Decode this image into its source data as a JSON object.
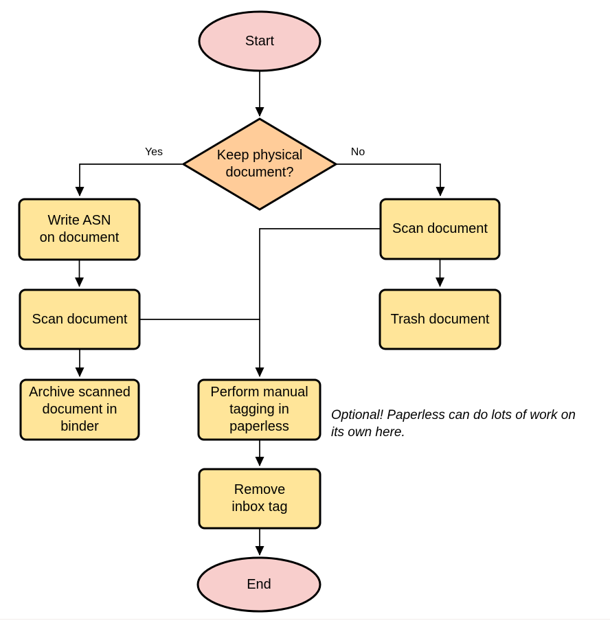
{
  "colors": {
    "background": "#ffffff",
    "terminal_fill": "#f8cecc",
    "decision_fill": "#ffcc99",
    "process_fill": "#ffe599",
    "stroke": "#000000",
    "text": "#000000",
    "page_edge": "#f2eceb"
  },
  "nodes": {
    "start": {
      "type": "terminal",
      "label": "Start"
    },
    "decision": {
      "type": "decision",
      "label": "Keep physical\ndocument?"
    },
    "write_asn": {
      "type": "process",
      "label": "Write ASN\non document"
    },
    "scan_left": {
      "type": "process",
      "label": "Scan document"
    },
    "archive": {
      "type": "process",
      "label": "Archive scanned\ndocument in\nbinder"
    },
    "scan_right": {
      "type": "process",
      "label": "Scan document"
    },
    "trash": {
      "type": "process",
      "label": "Trash document"
    },
    "tagging": {
      "type": "process",
      "label": "Perform manual\ntagging in\npaperless"
    },
    "remove_inbox": {
      "type": "process",
      "label": "Remove\ninbox tag"
    },
    "end": {
      "type": "terminal",
      "label": "End"
    }
  },
  "edge_labels": {
    "yes": "Yes",
    "no": "No"
  },
  "annotation": {
    "text": "Optional! Paperless can do lots of work on\nits own here."
  }
}
